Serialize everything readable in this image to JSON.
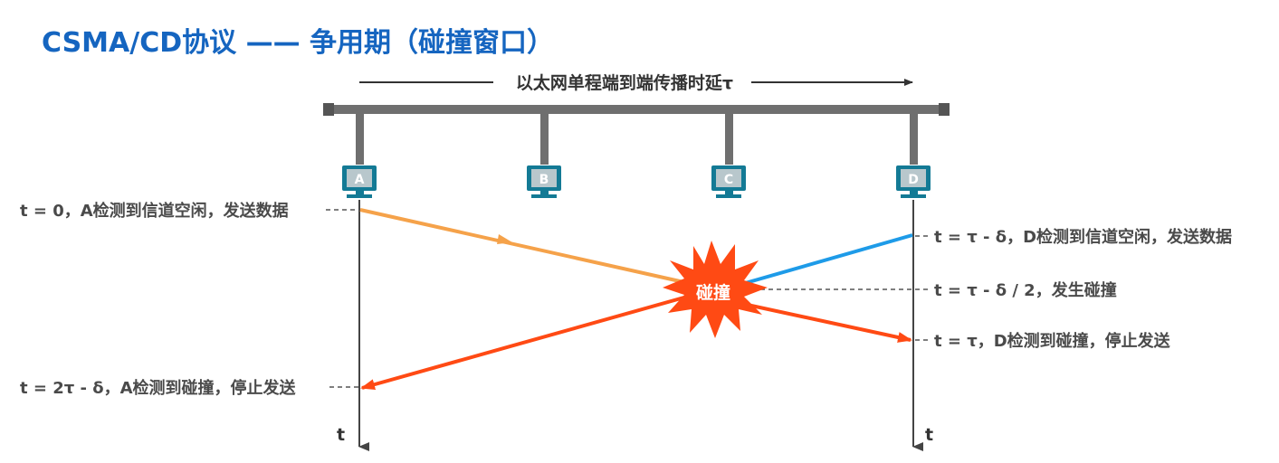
{
  "title": "CSMA/CD协议 —— 争用期（碰撞窗口）",
  "bus_label": "以太网单程端到端传播时延τ",
  "stations": [
    "A",
    "B",
    "C",
    "D"
  ],
  "collision_label": "碰撞",
  "time_axis_label": "t",
  "events": {
    "a_send": "t = 0，A检测到信道空闲，发送数据",
    "d_send": "t = τ - δ，D检测到信道空闲，发送数据",
    "collide": "t = τ - δ / 2，发生碰撞",
    "d_detect": "t = τ，D检测到碰撞，停止发送",
    "a_detect": "t = 2τ - δ，A检测到碰撞，停止发送"
  },
  "colors": {
    "title": "#1565c0",
    "a_signal": "#f5a24a",
    "d_signal": "#1e9be8",
    "collision_signal": "#ff4a14",
    "station": "#137a95",
    "bus": "#6f6f6f"
  }
}
